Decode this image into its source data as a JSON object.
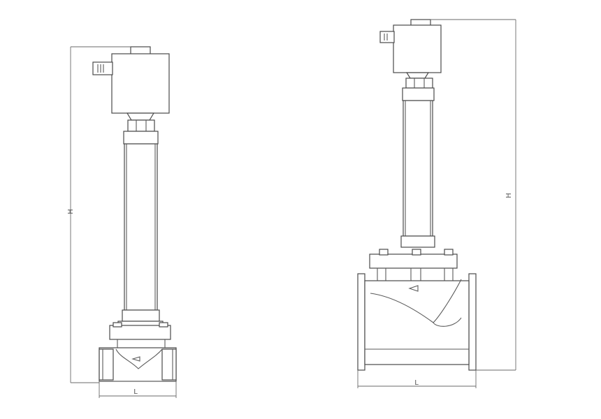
{
  "left_valve": {
    "height_label": "H",
    "length_label": "L"
  },
  "right_valve": {
    "height_label": "H",
    "length_label": "L"
  },
  "colors": {
    "line": "#5a5a5a",
    "background": "#ffffff"
  }
}
